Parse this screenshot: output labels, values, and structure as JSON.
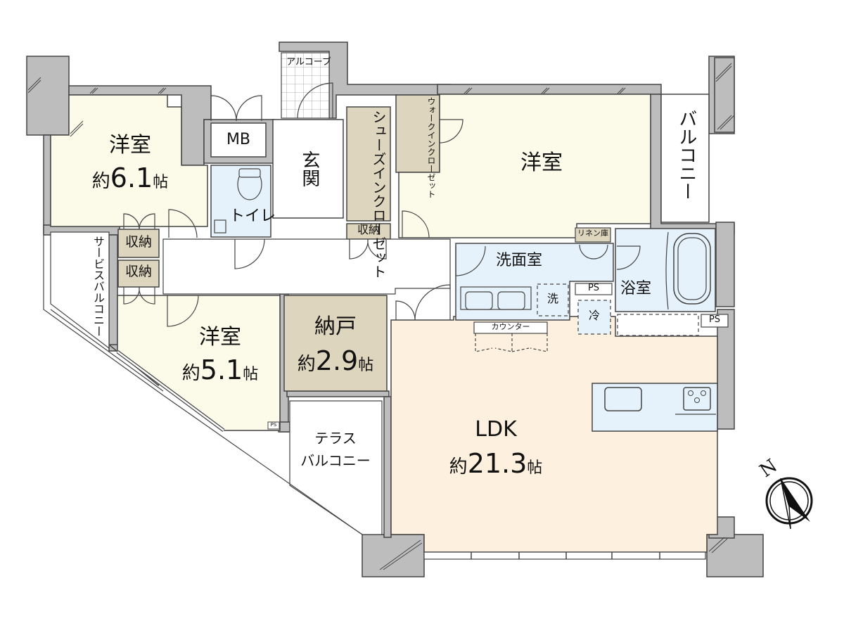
{
  "floor_plan": {
    "rooms": [
      {
        "id": "western-room-1",
        "name": "洋室",
        "size_prefix": "約",
        "size_value": "6.1",
        "size_unit": "帖"
      },
      {
        "id": "western-room-2",
        "name": "洋室",
        "size_prefix": "",
        "size_value": "",
        "size_unit": ""
      },
      {
        "id": "western-room-3",
        "name": "洋室",
        "size_prefix": "約",
        "size_value": "5.1",
        "size_unit": "帖"
      },
      {
        "id": "storage-room",
        "name": "納戸",
        "size_prefix": "約",
        "size_value": "2.9",
        "size_unit": "帖"
      },
      {
        "id": "ldk",
        "name": "LDK",
        "size_prefix": "約",
        "size_value": "21.3",
        "size_unit": "帖"
      }
    ],
    "labels": {
      "alcove": "アルコーブ",
      "mb": "MB",
      "entrance": "玄関",
      "toilet": "トイレ",
      "shoes_in_closet": "シューズインクローゼット",
      "walk_in_closet": "ウォークインクローゼット",
      "balcony_east": "バルコニー",
      "service_balcony": "サービスバルコニー",
      "storage_1": "収納",
      "storage_2": "収納",
      "storage_3": "収納",
      "linen": "リネン庫",
      "washroom": "洗面室",
      "bathroom": "浴室",
      "washer": "洗",
      "ps_1": "PS",
      "ps_2": "PS",
      "ps_3": "PS",
      "fridge": "冷",
      "counter": "カウンター",
      "terrace_balcony_line1": "テラス",
      "terrace_balcony_line2": "バルコニー"
    },
    "compass": {
      "label": "N",
      "icon": "north-arrow-icon"
    },
    "colors": {
      "wall": "#bdbdbd",
      "outline": "#444444",
      "western_room": "#fcfbea",
      "ldk": "#fdf0de",
      "storage": "#ddd5bd",
      "wet_area": "#e6f2fb",
      "balcony": "#ffffff"
    }
  }
}
